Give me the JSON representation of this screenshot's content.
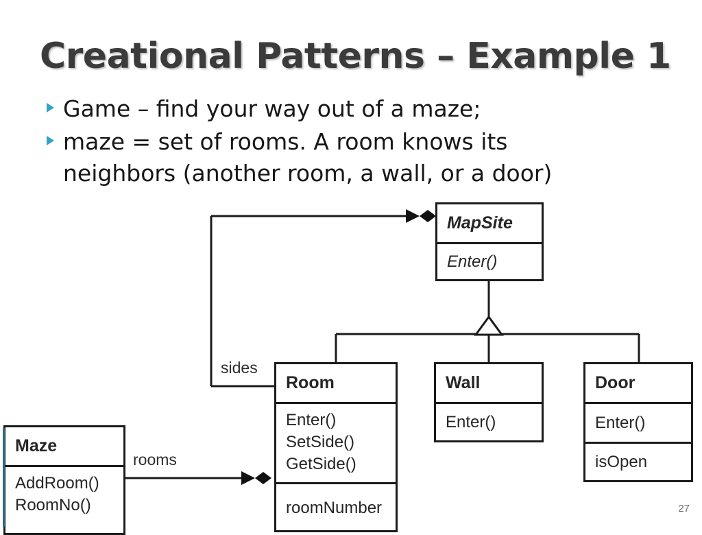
{
  "slide": {
    "title": "Creational Patterns – Example 1",
    "page_number": "27",
    "bullets": [
      "Game – find your way out of a maze;",
      "maze = set of rooms. A room knows its neighbors (another room, a wall, or a door)"
    ],
    "accent_color": "#2fa4c8",
    "title_color": "#3b3b3b",
    "text_color": "#171717"
  },
  "diagram": {
    "type": "uml-class-diagram",
    "classes": [
      {
        "id": "mapsite",
        "name": "MapSite",
        "abstract": true,
        "operations": [
          "Enter()"
        ],
        "attributes": []
      },
      {
        "id": "room",
        "name": "Room",
        "abstract": false,
        "operations": [
          "Enter()",
          "SetSide()",
          "GetSide()"
        ],
        "attributes": [
          "roomNumber"
        ]
      },
      {
        "id": "wall",
        "name": "Wall",
        "abstract": false,
        "operations": [
          "Enter()"
        ],
        "attributes": []
      },
      {
        "id": "door",
        "name": "Door",
        "abstract": false,
        "operations": [
          "Enter()"
        ],
        "attributes": [
          "isOpen"
        ]
      },
      {
        "id": "maze",
        "name": "Maze",
        "abstract": false,
        "operations": [
          "AddRoom()",
          "RoomNo()"
        ],
        "attributes": []
      }
    ],
    "relations": [
      {
        "id": "gen-room",
        "type": "generalization",
        "from": "Room",
        "to": "MapSite",
        "label": ""
      },
      {
        "id": "gen-wall",
        "type": "generalization",
        "from": "Wall",
        "to": "MapSite",
        "label": ""
      },
      {
        "id": "gen-door",
        "type": "generalization",
        "from": "Door",
        "to": "MapSite",
        "label": ""
      },
      {
        "id": "assoc-sides",
        "type": "aggregation",
        "from": "Room",
        "to": "MapSite",
        "label": "sides"
      },
      {
        "id": "assoc-rooms",
        "type": "aggregation",
        "from": "Maze",
        "to": "Room",
        "label": "rooms"
      }
    ],
    "labels": {
      "sides": "sides",
      "rooms": "rooms"
    },
    "line_color": "#1b1b1b"
  }
}
